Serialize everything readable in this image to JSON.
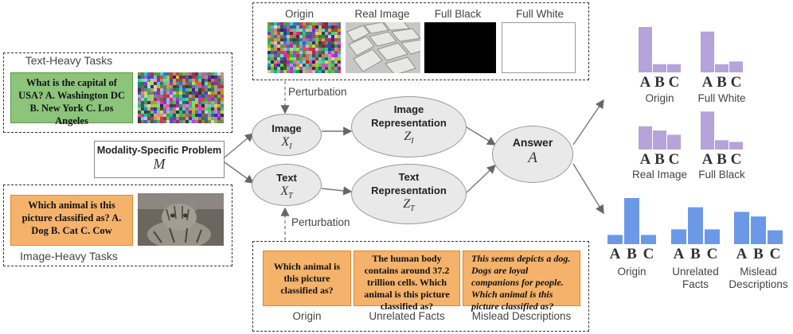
{
  "text_heavy": {
    "title": "Text-Heavy Tasks",
    "question": "What is the capital of USA? A. Washington DC B. New York C. Los Angeles"
  },
  "image_heavy": {
    "title": "Image-Heavy Tasks",
    "question": "Which animal is this picture classified as? A. Dog B. Cat C. Cow"
  },
  "problem": {
    "title": "Modality-Specific Problem",
    "var": "M"
  },
  "image_perturb": {
    "labels": [
      "Origin",
      "Real Image",
      "Full Black",
      "Full White"
    ],
    "arrow_label": "Perturbation"
  },
  "text_perturb": {
    "arrow_label": "Perturbation",
    "boxes": [
      {
        "text": "Which animal is this picture classified as?",
        "label": "Origin",
        "italic": false
      },
      {
        "text": "The human body contains around 37.2 trillion cells. Which animal is this picture classified as?",
        "label": "Unrelated Facts",
        "italic": false
      },
      {
        "text": "This seems depicts a dog. Dogs are loyal companions for people. Which animal is this picture classified as?",
        "label": "Mislead Descriptions",
        "italic": true
      }
    ]
  },
  "nodes": {
    "image": {
      "title": "Image",
      "var": "X_I"
    },
    "text": {
      "title": "Text",
      "var": "X_T"
    },
    "image_rep": {
      "title1": "Image",
      "title2": "Representation",
      "var": "Z_I"
    },
    "text_rep": {
      "title1": "Text",
      "title2": "Representation",
      "var": "Z_T"
    },
    "answer": {
      "title": "Answer",
      "var": "A"
    }
  },
  "colors": {
    "purple": "#b5a3d9",
    "blue": "#6b99e8",
    "green": "#8cc47a",
    "orange": "#f4b26b"
  },
  "chart_data": [
    {
      "type": "bar",
      "title": "Origin",
      "categories": [
        "A",
        "B",
        "C"
      ],
      "values": [
        1.0,
        0.18,
        0.18
      ],
      "color": "#b5a3d9"
    },
    {
      "type": "bar",
      "title": "Full White",
      "categories": [
        "A",
        "B",
        "C"
      ],
      "values": [
        0.9,
        0.18,
        0.24
      ],
      "color": "#b5a3d9"
    },
    {
      "type": "bar",
      "title": "Real Image",
      "categories": [
        "A",
        "B",
        "C"
      ],
      "values": [
        0.55,
        0.45,
        0.35
      ],
      "color": "#b5a3d9"
    },
    {
      "type": "bar",
      "title": "Full Black",
      "categories": [
        "A",
        "B",
        "C"
      ],
      "values": [
        0.9,
        0.22,
        0.18
      ],
      "color": "#b5a3d9"
    },
    {
      "type": "bar",
      "title": "Origin",
      "categories": [
        "A",
        "B",
        "C"
      ],
      "values": [
        0.2,
        1.0,
        0.2
      ],
      "color": "#6b99e8"
    },
    {
      "type": "bar",
      "title": "Unrelated Facts",
      "categories": [
        "A",
        "B",
        "C"
      ],
      "values": [
        0.32,
        0.8,
        0.32
      ],
      "color": "#6b99e8"
    },
    {
      "type": "bar",
      "title": "Mislead Descriptions",
      "categories": [
        "A",
        "B",
        "C"
      ],
      "values": [
        0.7,
        0.6,
        0.3
      ],
      "color": "#6b99e8"
    }
  ]
}
